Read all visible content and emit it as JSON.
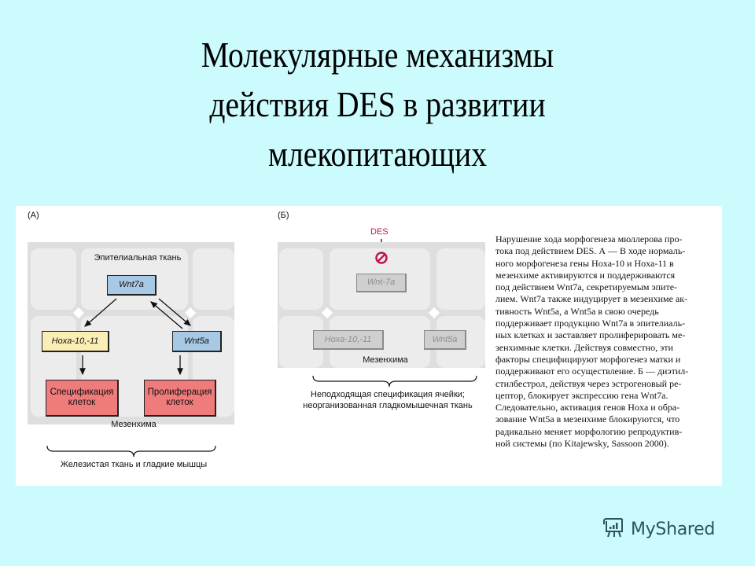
{
  "slide": {
    "title_lines": [
      "Молекулярные механизмы",
      "действия DES в развитии",
      "млекопитающих"
    ],
    "background_color": "#ccfbfd"
  },
  "panel_a": {
    "label": "(А)",
    "epithelium_label": "Эпителиальная ткань",
    "mesenchyme_label": "Мезенхима",
    "boxes": {
      "wnt7a": "Wnt7a",
      "hoxa": "Hoxa-10,-11",
      "wnt5a": "Wnt5a",
      "specification": [
        "Спецификация",
        "клеток"
      ],
      "proliferation": [
        "Пролиферация",
        "клеток"
      ]
    },
    "caption": "Железистая ткань и гладкие мышцы",
    "colors": {
      "wnt": "#a7c9e6",
      "hoxa": "#fbeeb4",
      "outcome": "#ef7b7b"
    }
  },
  "panel_b": {
    "label": "(Б)",
    "des_label": "DES",
    "mesenchyme_label": "Мезенхима",
    "boxes": {
      "wnt7a": "Wnt-7a",
      "hoxa": "Hoxa-10,-11",
      "wnt5a": "Wnt5a"
    },
    "caption_lines": [
      "Неподходящая спецификация ячейки;",
      "неорганизованная гладкомышечная ткань"
    ],
    "colors": {
      "des": "#c0184f",
      "inactive": "#cfcfcf"
    }
  },
  "description": {
    "lines": [
      "Нарушение хода морфогенеза мюллерова про-",
      "тока под действием DES. А — В ходе нормаль-",
      "ного морфогенеза гены Hoxa-10 и Hoxa-11 в",
      "мезенхиме активируются и поддерживаются",
      "под действием Wnt7a, секретируемым эпите-",
      "лием. Wnt7a также индуцирует в мезенхиме ак-",
      "тивность Wnt5a, а Wnt5a в свою очередь",
      "поддерживает продукцию Wnt7a в эпителиаль-",
      "ных клетках и заставляет пролиферировать ме-",
      "зенхимные клетки. Действуя совместно, эти",
      "факторы специфицируют морфогенез матки и",
      "поддерживают его осуществление. Б — диэтил-",
      "стилбестрол, действуя через эстрогеновый ре-",
      "цептор, блокирует экспрессию гена Wnt7a.",
      "Следовательно, активация генов Hoxa и обра-",
      "зование Wnt5a в мезенхиме блокируются, что",
      "радикально меняет морфологию репродуктив-",
      "ной системы (по Kitajewsky, Sassoon 2000)."
    ]
  },
  "watermark": {
    "text": "MyShared",
    "icon": "presentation-board-icon",
    "color": "#2e5559"
  }
}
